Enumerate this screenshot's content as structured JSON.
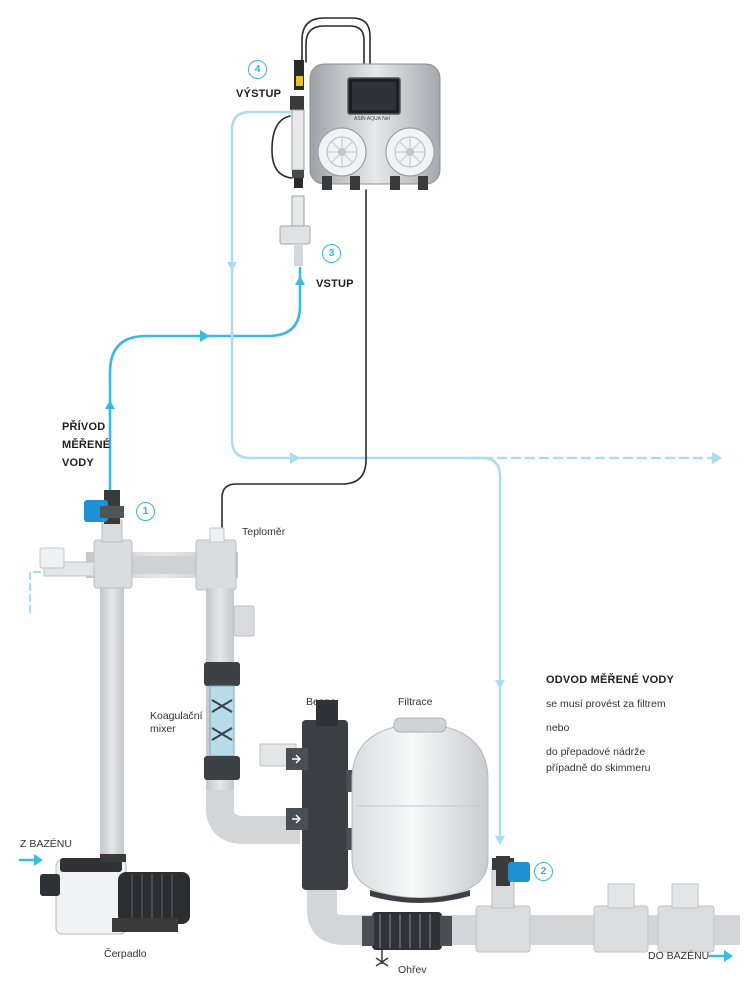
{
  "labels": {
    "output": "VÝSTUP",
    "input": "VSTUP",
    "supply_line1": "PŘÍVOD",
    "supply_line2": "MĚŘENÉ",
    "supply_line3": "VODY",
    "thermometer": "Teploměr",
    "coagulation_line1": "Koagulační",
    "coagulation_line2": "mixer",
    "besgo": "Besgo",
    "filtration": "Filtrace",
    "from_pool": "Z BAZÉNU",
    "pump": "Čerpadlo",
    "heating": "Ohřev",
    "to_pool": "DO BAZÉNU",
    "device_brand": "ASIN AQUA Net"
  },
  "drain_note": {
    "title": "ODVOD MĚŘENÉ VODY",
    "line1": "se musí provést za filtrem",
    "line2": "nebo",
    "line3": "do přepadové nádrže",
    "line4": "případně do skimmeru"
  },
  "badges": {
    "b1": "1",
    "b2": "2",
    "b3": "3",
    "b4": "4"
  },
  "colors": {
    "water_line": "#3bb8e6",
    "water_line_light": "#9fd9f0",
    "pipe": "#d6d9dc",
    "pipe_shade": "#bfc3c7",
    "valve_handle": "#1f8fd6",
    "dark_cable": "#2a2a2a"
  }
}
